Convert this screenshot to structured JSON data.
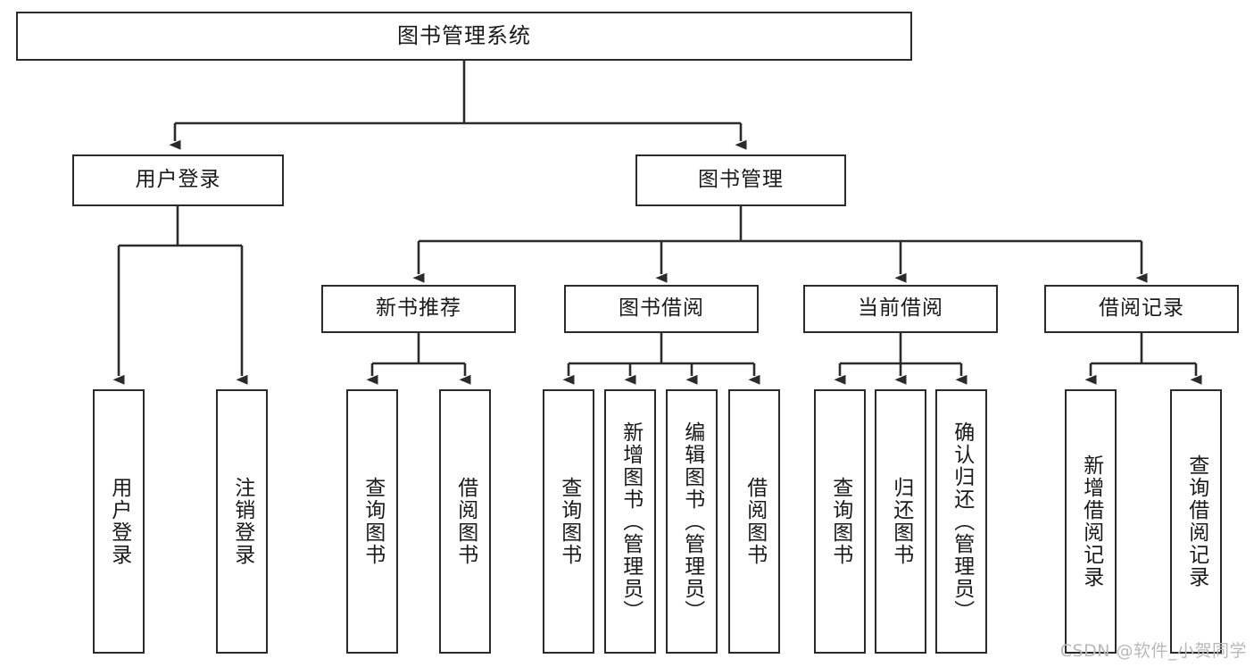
{
  "diagram": {
    "title": "图书管理系统",
    "type": "tree-hierarchy-chart",
    "root": {
      "id": "root",
      "label": "图书管理系统"
    },
    "level2": [
      {
        "id": "user-login",
        "label": "用户登录"
      },
      {
        "id": "book-manage",
        "label": "图书管理"
      }
    ],
    "level3": [
      {
        "id": "new-book-recommend",
        "label": "新书推荐"
      },
      {
        "id": "book-borrow",
        "label": "图书借阅"
      },
      {
        "id": "current-borrow",
        "label": "当前借阅"
      },
      {
        "id": "borrow-record",
        "label": "借阅记录"
      }
    ],
    "leaves": {
      "user_login": [
        {
          "id": "leaf-user-login",
          "label": "用户登录"
        },
        {
          "id": "leaf-user-logout",
          "label": "注销登录"
        }
      ],
      "new_book_recommend": [
        {
          "id": "leaf-query-book-1",
          "label": "查询图书"
        },
        {
          "id": "leaf-borrow-book-1",
          "label": "借阅图书"
        }
      ],
      "book_borrow": [
        {
          "id": "leaf-query-book-2",
          "label": "查询图书"
        },
        {
          "id": "leaf-add-book",
          "label": "新增图书（管理员）"
        },
        {
          "id": "leaf-edit-book",
          "label": "编辑图书（管理员）"
        },
        {
          "id": "leaf-borrow-book-2",
          "label": "借阅图书"
        }
      ],
      "current_borrow": [
        {
          "id": "leaf-query-book-3",
          "label": "查询图书"
        },
        {
          "id": "leaf-return-book",
          "label": "归还图书"
        },
        {
          "id": "leaf-confirm-return",
          "label": "确认归还（管理员）"
        }
      ],
      "borrow_record": [
        {
          "id": "leaf-add-record",
          "label": "新增借阅记录"
        },
        {
          "id": "leaf-query-record",
          "label": "查询借阅记录"
        }
      ]
    }
  },
  "watermark": {
    "text": "CSDN @软件_小贺同学"
  },
  "colors": {
    "border": "#2b2b2b",
    "background": "#ffffff",
    "text": "#1a1a1a",
    "watermark": "#b9b9b9"
  }
}
